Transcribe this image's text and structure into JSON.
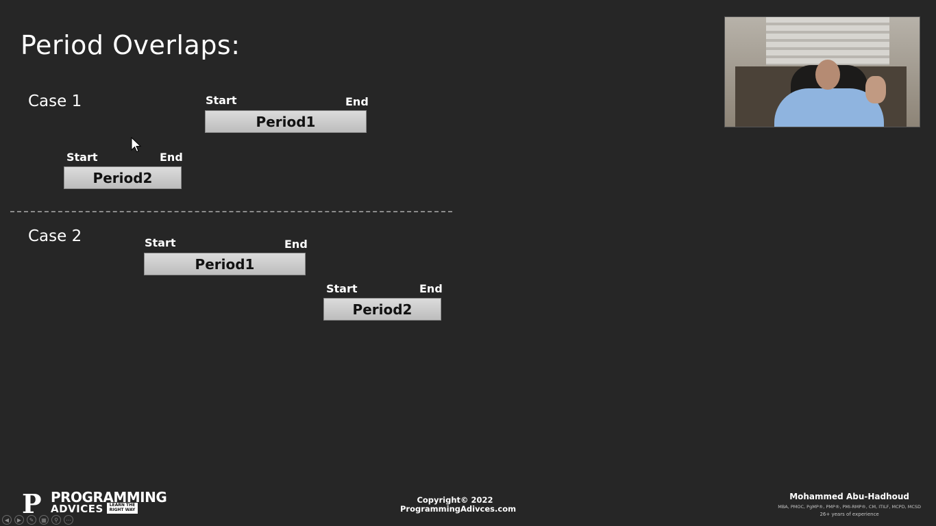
{
  "slide": {
    "title": "Period Overlaps:",
    "cases": [
      {
        "label": "Case 1",
        "periods": [
          {
            "name": "Period1",
            "start_label": "Start",
            "end_label": "End"
          },
          {
            "name": "Period2",
            "start_label": "Start",
            "end_label": "End"
          }
        ]
      },
      {
        "label": "Case 2",
        "periods": [
          {
            "name": "Period1",
            "start_label": "Start",
            "end_label": "End"
          },
          {
            "name": "Period2",
            "start_label": "Start",
            "end_label": "End"
          }
        ]
      }
    ]
  },
  "footer": {
    "logo_line1": "PROGRAMMING",
    "logo_line2": "ADVICES",
    "logo_tag": "LEARN THE RIGHT WAY",
    "copyright_line1": "Copyright© 2022",
    "copyright_line2": "ProgrammingAdivces.com",
    "author_name": "Mohammed Abu-Hadhoud",
    "author_credentials": "MBA, PMOC, PgMP®, PMP®, PMI-RMP®, CM, ITILF, MCPD, MCSD",
    "author_experience": "26+ years of experience"
  },
  "colors": {
    "background": "#262626",
    "bar": "#c8c8c8",
    "text": "#ffffff"
  }
}
